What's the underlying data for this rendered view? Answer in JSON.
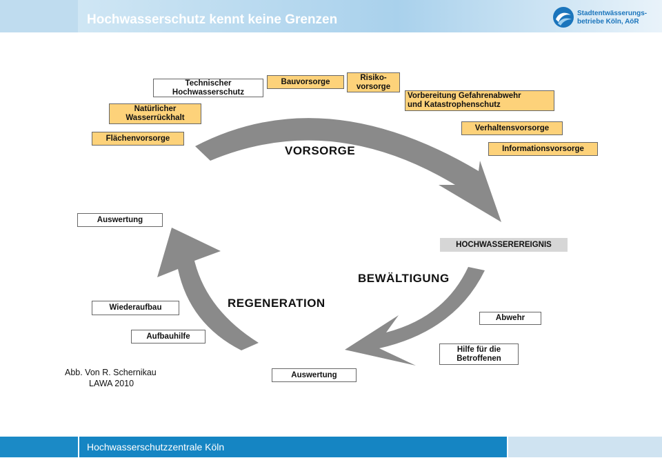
{
  "header": {
    "title": "Hochwasserschutz kennt keine Grenzen"
  },
  "logo": {
    "line1": "Stadtentwässerungs-",
    "line2": "betriebe Köln, AöR"
  },
  "diagram": {
    "phases": {
      "vorsorge": "VORSORGE",
      "bewaeltigung": "BEWÄLTIGUNG",
      "regeneration": "REGENERATION"
    },
    "event": "HOCHWASSEREREIGNIS",
    "boxes": {
      "technischer": "Technischer\nHochwasserschutz",
      "bauvorsorge": "Bauvorsorge",
      "risiko": "Risiko-\nvorsorge",
      "natuerlicher": "Natürlicher\nWasserrückhalt",
      "vorbereitung": "Vorbereitung Gefahrenabwehr\nund Katastrophenschutz",
      "flaechen": "Flächenvorsorge",
      "verhalten": "Verhaltensvorsorge",
      "information": "Informationsvorsorge",
      "auswertung_top": "Auswertung",
      "wiederaufbau": "Wiederaufbau",
      "abwehr": "Abwehr",
      "aufbauhilfe": "Aufbauhilfe",
      "hilfe": "Hilfe für die\nBetroffenen",
      "auswertung_bottom": "Auswertung"
    }
  },
  "caption": {
    "line1": "Abb. Von R. Schernikau",
    "line2": "LAWA 2010"
  },
  "footer": {
    "text": "Hochwasserschutzzentrale Köln"
  },
  "colors": {
    "header": "#bfdcef",
    "footer": "#1585c3",
    "orange_box": "#fdd27a",
    "arrow": "#8a8a8a"
  }
}
